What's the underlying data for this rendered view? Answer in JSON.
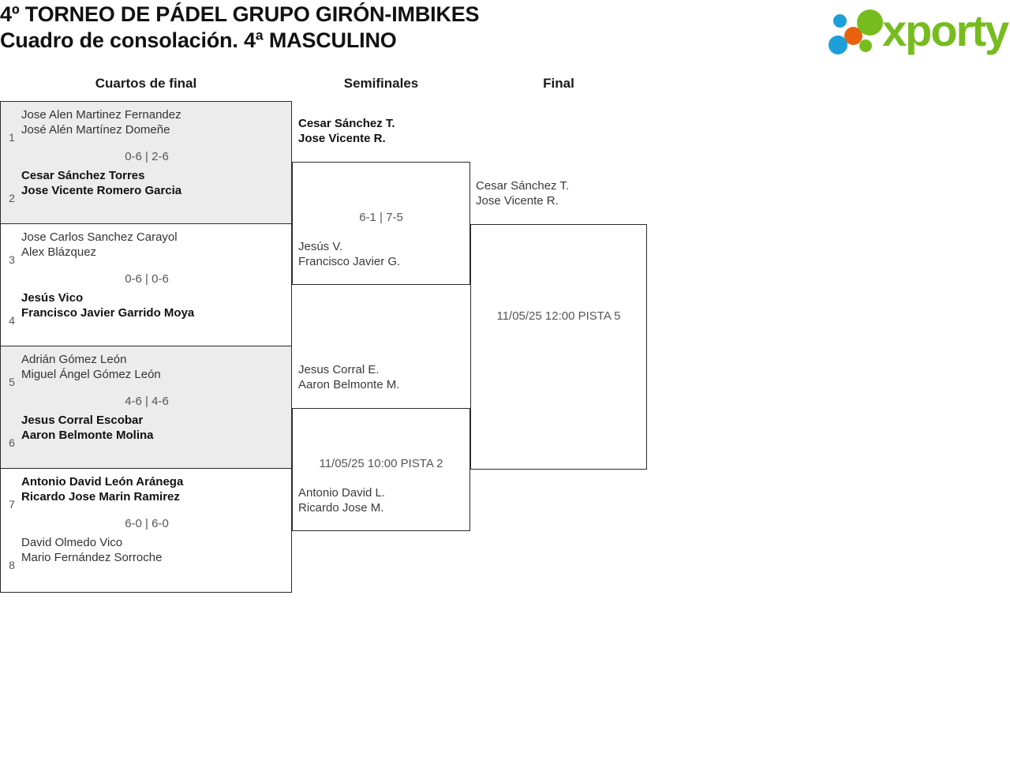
{
  "header": {
    "title_line1": "4º TORNEO DE PÁDEL GRUPO GIRÓN-IMBIKES",
    "title_line2": "Cuadro de consolación. 4ª MASCULINO"
  },
  "logo": {
    "wordmark": "xporty",
    "colors": {
      "green": "#77bc1f",
      "blue": "#1d9fd9",
      "orange": "#e8610e"
    }
  },
  "rounds": [
    {
      "id": "quarterfinals",
      "label": "Cuartos de final"
    },
    {
      "id": "semifinals",
      "label": "Semifinales"
    },
    {
      "id": "final",
      "label": "Final"
    }
  ],
  "quarterfinals": [
    {
      "score": "0-6 | 2-6",
      "top": {
        "seed": "1",
        "p1": "Jose Alen Martinez Fernandez",
        "p2": "José Alén Martínez Domeñe",
        "winner": false
      },
      "bottom": {
        "seed": "2",
        "p1": "Cesar Sánchez Torres",
        "p2": "Jose Vicente Romero Garcia",
        "winner": true
      }
    },
    {
      "score": "0-6 | 0-6",
      "top": {
        "seed": "3",
        "p1": "Jose Carlos Sanchez Carayol",
        "p2": "Alex Blázquez",
        "winner": false
      },
      "bottom": {
        "seed": "4",
        "p1": "Jesús Vico",
        "p2": "Francisco Javier Garrido Moya",
        "winner": true
      }
    },
    {
      "score": "4-6 | 4-6",
      "top": {
        "seed": "5",
        "p1": "Adrián Gómez León",
        "p2": "Miguel Ángel Gómez León",
        "winner": false
      },
      "bottom": {
        "seed": "6",
        "p1": "Jesus Corral Escobar",
        "p2": "Aaron Belmonte Molina",
        "winner": true
      }
    },
    {
      "score": "6-0 | 6-0",
      "top": {
        "seed": "7",
        "p1": "Antonio David León Aránega",
        "p2": "Ricardo Jose Marin Ramirez",
        "winner": true
      },
      "bottom": {
        "seed": "8",
        "p1": "David Olmedo Vico",
        "p2": "Mario Fernández Sorroche",
        "winner": false
      }
    }
  ],
  "semifinals": [
    {
      "meta": "6-1 | 7-5",
      "top": {
        "p1": "Cesar Sánchez T.",
        "p2": "Jose Vicente R.",
        "winner": true
      },
      "bottom": {
        "p1": "Jesús V.",
        "p2": "Francisco Javier G.",
        "winner": false
      }
    },
    {
      "meta": "11/05/25 10:00 PISTA 2",
      "top": {
        "p1": "Jesus Corral E.",
        "p2": "Aaron Belmonte M.",
        "winner": false
      },
      "bottom": {
        "p1": "Antonio David L.",
        "p2": "Ricardo Jose M.",
        "winner": false
      }
    }
  ],
  "final": {
    "meta": "11/05/25 12:00 PISTA 5",
    "top": {
      "p1": "Cesar Sánchez T.",
      "p2": "Jose Vicente R."
    },
    "bottom": {
      "p1": "",
      "p2": ""
    }
  }
}
